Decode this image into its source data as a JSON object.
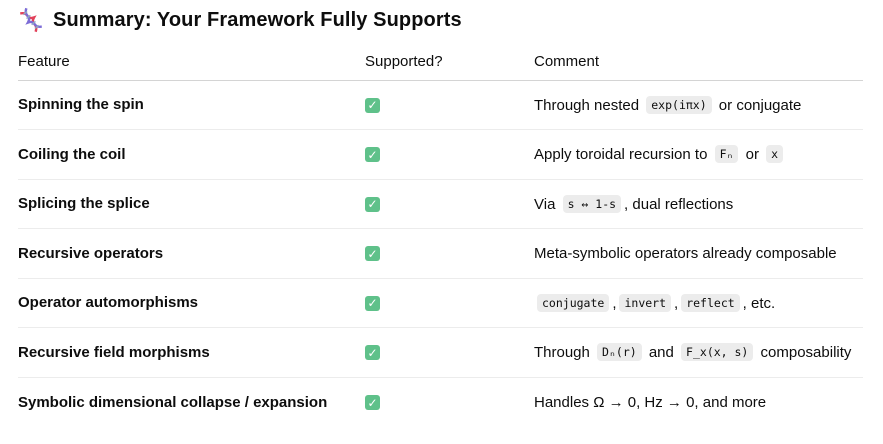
{
  "heading": {
    "icon": "dna-icon",
    "title": "Summary: Your Framework Fully Supports"
  },
  "table": {
    "headers": [
      "Feature",
      "Supported?",
      "Comment"
    ],
    "rows": [
      {
        "feature": "Spinning the spin",
        "supported": "✓",
        "comment": [
          {
            "text": "Through nested "
          },
          {
            "code": "exp(iπx)"
          },
          {
            "text": " or conjugate"
          }
        ]
      },
      {
        "feature": "Coiling the coil",
        "supported": "✓",
        "comment": [
          {
            "text": "Apply toroidal recursion to "
          },
          {
            "code": "Fₙ"
          },
          {
            "text": " or "
          },
          {
            "code": "x"
          }
        ]
      },
      {
        "feature": "Splicing the splice",
        "supported": "✓",
        "comment": [
          {
            "text": "Via "
          },
          {
            "code": "s ↔ 1-s"
          },
          {
            "text": ", dual reflections"
          }
        ]
      },
      {
        "feature": "Recursive operators",
        "supported": "✓",
        "comment": [
          {
            "text": "Meta-symbolic operators already composable"
          }
        ]
      },
      {
        "feature": "Operator automorphisms",
        "supported": "✓",
        "comment": [
          {
            "code": "conjugate"
          },
          {
            "text": ","
          },
          {
            "code": "invert"
          },
          {
            "text": ","
          },
          {
            "code": "reflect"
          },
          {
            "text": ", etc."
          }
        ]
      },
      {
        "feature": "Recursive field morphisms",
        "supported": "✓",
        "comment": [
          {
            "text": "Through "
          },
          {
            "code": "Dₙ(r)"
          },
          {
            "text": " and "
          },
          {
            "code": "F_x(x, s)"
          },
          {
            "text": " composability"
          }
        ]
      },
      {
        "feature": "Symbolic dimensional collapse / expansion",
        "supported": "✓",
        "comment": [
          {
            "text": "Handles Ω → 0, Hz → 0, and more"
          }
        ]
      }
    ]
  }
}
